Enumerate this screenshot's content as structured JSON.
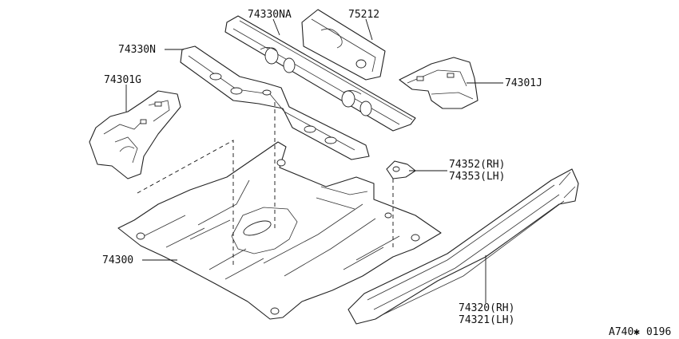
{
  "labels": {
    "p74330NA": "74330NA",
    "p75212": "75212",
    "p74330N": "74330N",
    "p74301G": "74301G",
    "p74301J": "74301J",
    "p74352": "74352(RH)",
    "p74353": "74353(LH)",
    "p74300": "74300",
    "p74320": "74320(RH)",
    "p74321": "74321(LH)"
  },
  "footer": {
    "code": "A740✱ 0196"
  }
}
